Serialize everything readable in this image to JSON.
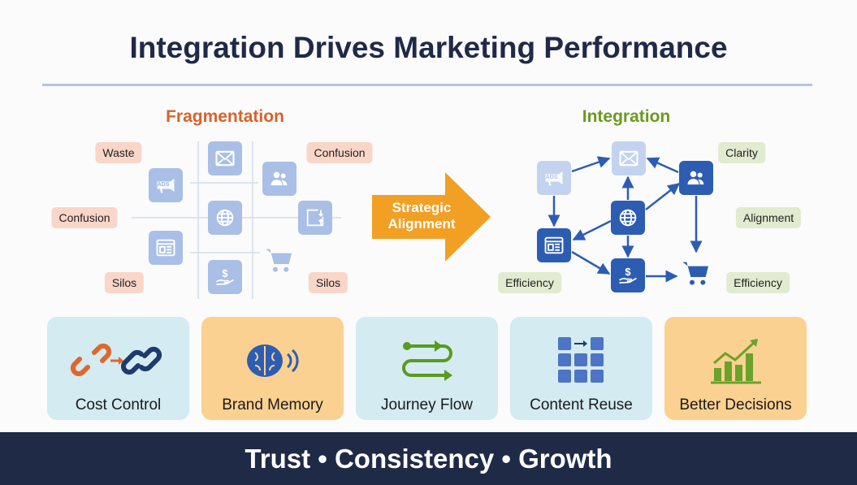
{
  "title": "Integration Drives Marketing Performance",
  "left": {
    "heading": "Fragmentation",
    "labels": [
      "Waste",
      "Confusion",
      "Confusion",
      "Silos",
      "Silos"
    ],
    "ads_text": "ADS"
  },
  "arrow": {
    "line1": "Strategic",
    "line2": "Alignment"
  },
  "right": {
    "heading": "Integration",
    "labels": [
      "Clarity",
      "Alignment",
      "Efficiency",
      "Efficiency"
    ],
    "ads_text": "ADS"
  },
  "cards": [
    {
      "label": "Cost Control"
    },
    {
      "label": "Brand Memory"
    },
    {
      "label": "Journey Flow"
    },
    {
      "label": "Content Reuse"
    },
    {
      "label": "Better Decisions"
    }
  ],
  "footer": "Trust • Consistency • Growth",
  "colors": {
    "fragment": "#d9622b",
    "integration": "#6a9a1f",
    "arrow": "#f2a024",
    "tile_dark": "#2d5db2",
    "tile_light": "#a9bfe5",
    "footer": "#1f2a46"
  }
}
